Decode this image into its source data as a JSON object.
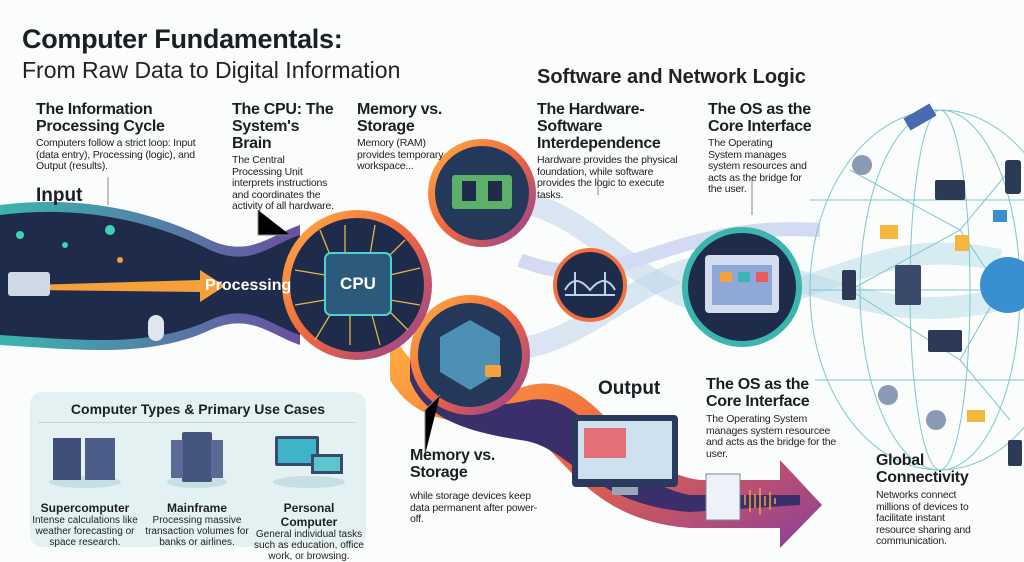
{
  "title": "Computer Fundamentals:",
  "subtitle": "From Raw Data to Digital Information",
  "section_title": "Software and Network Logic",
  "cycle": {
    "heading": "The Information Processing Cycle",
    "body": "Computers follow a strict loop: Input (data entry), Processing (logic), and Output (results)."
  },
  "input_label": "Input",
  "processing_label": "Processing",
  "cpu": {
    "heading": "The CPU: The System's Brain",
    "body": "The Central Processing Unit interprets instructions and coordinates the activity of all hardware.",
    "chip_label": "CPU"
  },
  "memory_top": {
    "heading": "Memory vs. Storage",
    "body": "Memory (RAM) provides temporary workspace..."
  },
  "memory_bottom": {
    "heading": "Memory vs. Storage",
    "body": "while storage devices keep data permanent after power-off."
  },
  "hw_sw": {
    "heading": "The Hardware-Software Interdependence",
    "body": "Hardware provides the physical foundation, while software provides the logic to execute tasks."
  },
  "os_top": {
    "heading": "The OS as the Core Interface",
    "body": "The Operating System manages system resources and acts as the bridge for the user."
  },
  "os_bottom": {
    "heading": "The OS as the Core Interface",
    "body": "The Operating System manages system resourcee and acts as the bridge for the user."
  },
  "output_label": "Output",
  "global": {
    "heading": "Global Connectivity",
    "body": "Networks connect millions of devices to facilitate instant resource sharing and communication."
  },
  "types": {
    "title": "Computer Types & Primary Use Cases",
    "items": [
      {
        "name": "Supercomputer",
        "desc": "Intense calculations like weather forecasting or space research."
      },
      {
        "name": "Mainframe",
        "desc": "Processing massive transaction volumes for banks or airlines."
      },
      {
        "name": "Personal Computer",
        "desc": "General individual tasks such as education, office work, or browsing."
      }
    ]
  },
  "colors": {
    "navy": "#1f2b4a",
    "teal": "#3fb3b0",
    "orange": "#f5a03a",
    "purple": "#5a3a8a"
  }
}
